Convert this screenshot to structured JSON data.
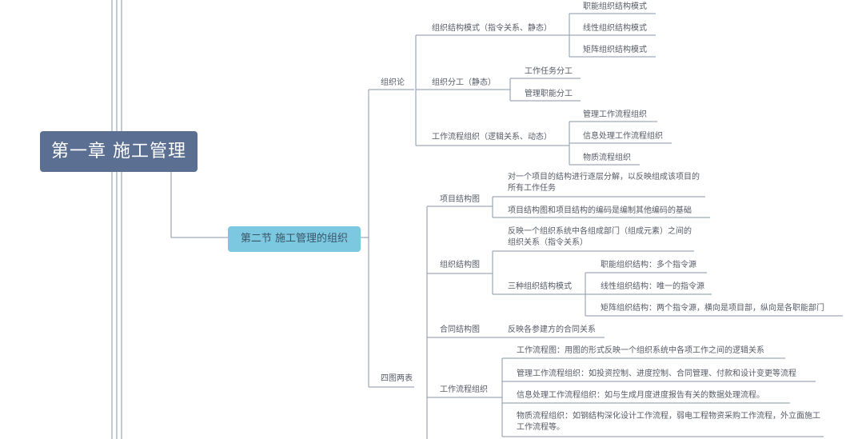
{
  "root": {
    "title": "第一章  施工管理"
  },
  "section": {
    "title": "第二节 施工管理的组织"
  },
  "org_theory": {
    "label": "组织论",
    "structure_mode": {
      "label": "组织结构模式（指令关系、静态）",
      "items": [
        "职能组织结构模式",
        "线性组织结构模式",
        "矩阵组织结构模式"
      ]
    },
    "division": {
      "label": "组织分工（静态）",
      "items": [
        "工作任务分工",
        "管理职能分工"
      ]
    },
    "workflow_org": {
      "label": "工作流程组织（逻辑关系、动态）",
      "items": [
        "管理工作流程组织",
        "信息处理工作流程组织",
        "物质流程组织"
      ]
    }
  },
  "four_charts": {
    "label": "四图两表",
    "project_structure": {
      "label": "项目结构图",
      "items": [
        "对一个项目的结构进行逐层分解，以反映组成该项目的所有工作任务",
        "项目结构图和项目结构的编码是编制其他编码的基础"
      ]
    },
    "org_structure": {
      "label": "组织结构图",
      "desc": "反映一个组织系统中各组成部门（组成元素）之间的组织关系（指令关系）",
      "modes": {
        "label": "三种组织结构模式",
        "items": [
          "职能组织结构：多个指令源",
          "线性组织结构：唯一的指令源",
          "矩阵组织结构：两个指令源，横向是项目部，纵向是各职能部门"
        ]
      }
    },
    "contract_structure": {
      "label": "合同结构图",
      "desc": "反映各参建方的合同关系"
    },
    "workflow_chart": {
      "label": "工作流程组织",
      "items": [
        "工作流程图：用图的形式反映一个组织系统中各项工作之间的逻辑关系",
        "管理工作流程组织：如投资控制、进度控制、合同管理、付款和设计变更等流程",
        "信息处理工作流程组织：如与生成月度进度报告有关的数据处理流程。",
        "物质流程组织：如钢结构深化设计工作流程，弱电工程物资采购工作流程，外立面施工工作流程等。"
      ]
    }
  },
  "colors": {
    "root_bg": "#5b6f93",
    "section_bg": "#7cc8e0",
    "line": "#8a96aa",
    "text": "#555a66"
  }
}
